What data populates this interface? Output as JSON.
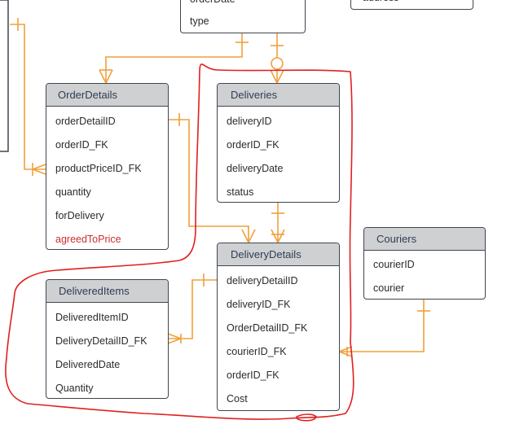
{
  "partials": {
    "top_entity_rows": [
      "orderDate",
      "type"
    ],
    "top_right_row": "address"
  },
  "entities": {
    "order_details": {
      "title": "OrderDetails",
      "rows": [
        "orderDetailID",
        "orderID_FK",
        "productPriceID_FK",
        "quantity",
        "forDelivery",
        "agreedToPrice"
      ]
    },
    "deliveries": {
      "title": "Deliveries",
      "rows": [
        "deliveryID",
        "orderID_FK",
        "deliveryDate",
        "status"
      ]
    },
    "couriers": {
      "title": "Couriers",
      "rows": [
        "courierID",
        "courier"
      ]
    },
    "delivered_items": {
      "title": "DeliveredItems",
      "rows": [
        "DeliveredItemID",
        "DeliveryDetailID_FK",
        "DeliveredDate",
        "Quantity"
      ]
    },
    "delivery_details": {
      "title": "DeliveryDetails",
      "rows": [
        "deliveryDetailID",
        "deliveryID_FK",
        "OrderDetailID_FK",
        "courierID_FK",
        "orderID_FK",
        "Cost"
      ]
    }
  },
  "colors": {
    "relationship_line": "#f0a03a",
    "annotation_ink": "#e0201f",
    "header_fill": "#cfd0d2",
    "border": "#3f4650",
    "highlight_field": "#c8312f"
  }
}
